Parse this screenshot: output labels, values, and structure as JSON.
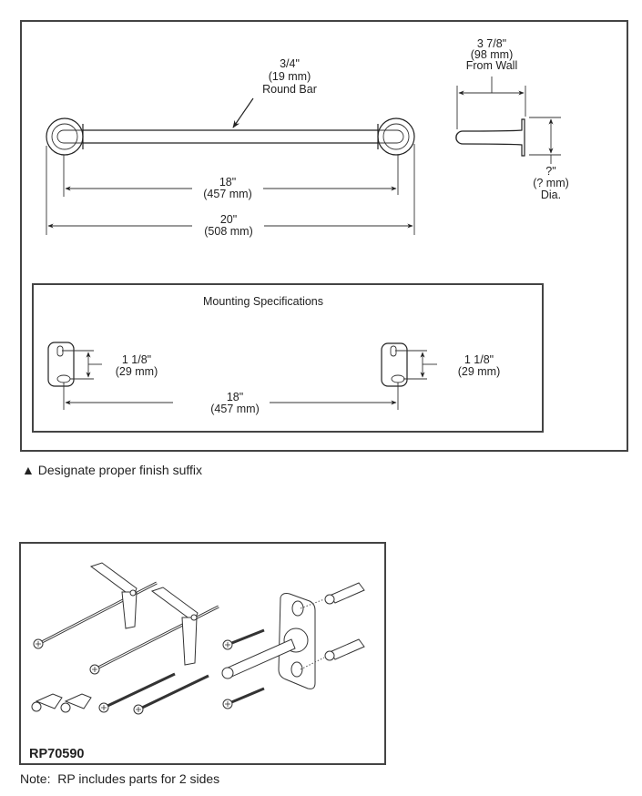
{
  "spec_drawing": {
    "bar": {
      "size": "3/4\"",
      "size_mm": "(19 mm)",
      "label": "Round Bar"
    },
    "center_width": {
      "in": "18\"",
      "mm": "(457 mm)"
    },
    "overall_width": {
      "in": "20\"",
      "mm": "(508 mm)"
    },
    "projection": {
      "in": "3 7/8\"",
      "mm": "(98 mm)",
      "label": "From Wall"
    },
    "flange_dia": {
      "in": "?\"",
      "mm": "(? mm)",
      "label": "Dia."
    }
  },
  "mounting": {
    "title": "Mounting Specifications",
    "hole_spacing_left": {
      "in": "1 1/8\"",
      "mm": "(29 mm)"
    },
    "hole_spacing_right": {
      "in": "1 1/8\"",
      "mm": "(29 mm)"
    },
    "center_width": {
      "in": "18\"",
      "mm": "(457 mm)"
    }
  },
  "finish_note": {
    "symbol": "▲",
    "text": "Designate proper finish suffix"
  },
  "parts": {
    "part_number": "RP70590",
    "note": "Note:  RP includes parts for 2 sides"
  }
}
